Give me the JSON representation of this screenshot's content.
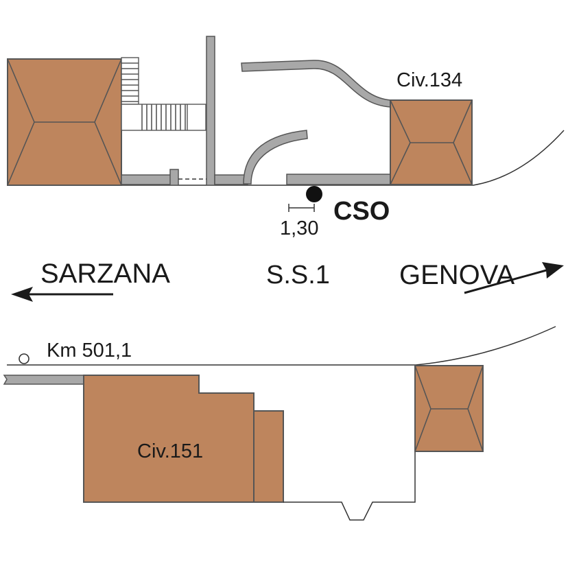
{
  "labels": {
    "civ_134": "Civ.134",
    "cso": "CSO",
    "distance": "1,30",
    "sarzana": "SARZANA",
    "road": "S.S.1",
    "genova": "GENOVA",
    "km": "Km 501,1",
    "civ_151": "Civ.151"
  },
  "colors": {
    "building": "#be855d",
    "wall": "#a8a8a8",
    "outline": "#555555",
    "text": "#1a1a1a"
  },
  "icons": {
    "cso_marker": "filled-circle",
    "km_marker": "hollow-circle",
    "west_arrow": "arrow-left",
    "east_arrow": "arrow-right"
  }
}
